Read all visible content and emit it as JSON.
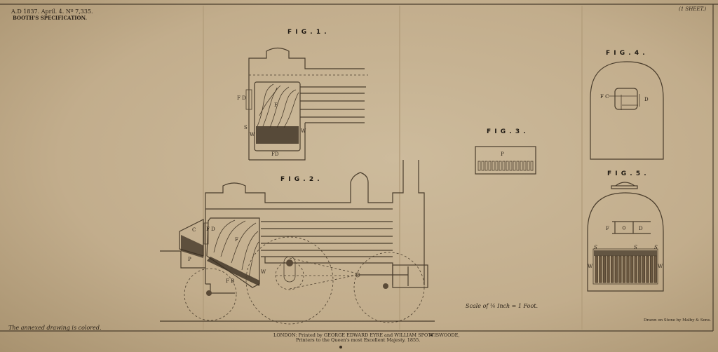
{
  "header": {
    "line1": "A.D 1837. April. 4. Nº 7,335.",
    "line2": "BOOTH'S SPECIFICATION.",
    "sheet": "(1 SHEET.)"
  },
  "figures": {
    "fig1": {
      "title": "F I G . 1 .",
      "labels": [
        "F D",
        "F",
        "S",
        "W",
        "W",
        "FD"
      ]
    },
    "fig2": {
      "title": "F I G . 2 .",
      "labels": [
        "C",
        "F D",
        "F",
        "P",
        "W",
        "F B"
      ]
    },
    "fig3": {
      "title": "F I G . 3 .",
      "labels": [
        "P"
      ]
    },
    "fig4": {
      "title": "F I G . 4 .",
      "labels": [
        "F C",
        "D"
      ]
    },
    "fig5": {
      "title": "F I G . 5 .",
      "labels": [
        "F",
        "D",
        "W",
        "W",
        "S",
        "S",
        "S"
      ]
    }
  },
  "scale": "Scale of ¼ Inch = 1 Foot.",
  "footer": {
    "left_note": "The annexed drawing is colored.",
    "printer_line1": "LONDON: Printed by GEORGE EDWARD EYRE and WILLIAM SPOTTISWOODE,",
    "printer_line2": "Printers to the Queen's most Excellent Majesty. 1855.",
    "lithographer": "Drawn on Stone by Malby & Sons."
  }
}
